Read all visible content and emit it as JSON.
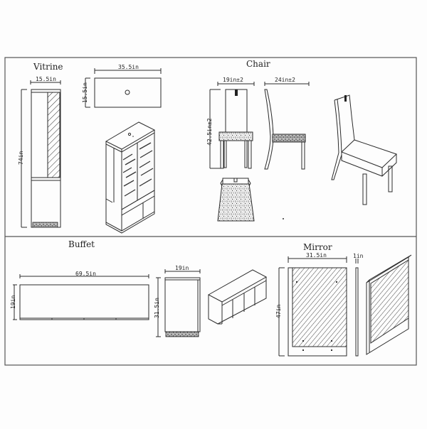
{
  "sheet": {
    "background": "#fdfdfd",
    "line_color": "#2a2a2a",
    "frame_color": "#555555"
  },
  "sections": {
    "vitrine": {
      "title": "Vitrine",
      "dims": {
        "width": "15.5in",
        "height": "74in",
        "top_width": "35.5in",
        "top_depth": "15.5in"
      },
      "views": [
        "side-view",
        "top-view",
        "isometric-view"
      ]
    },
    "chair": {
      "title": "Chair",
      "dims": {
        "width": "19in±2",
        "depth": "24in±2",
        "height": "42.5in±2"
      },
      "views": [
        "front-view",
        "side-view",
        "top-view",
        "isometric-view"
      ]
    },
    "buffet": {
      "title": "Buffet",
      "dims": {
        "length": "69.5in",
        "depth": "19in",
        "side_width": "19in",
        "height": "31.5in"
      },
      "views": [
        "top-view",
        "side-view",
        "isometric-view"
      ]
    },
    "mirror": {
      "title": "Mirror",
      "dims": {
        "width": "31.5in",
        "height": "47in",
        "thickness": "1in"
      },
      "views": [
        "front-view",
        "side-view",
        "isometric-view"
      ]
    }
  }
}
